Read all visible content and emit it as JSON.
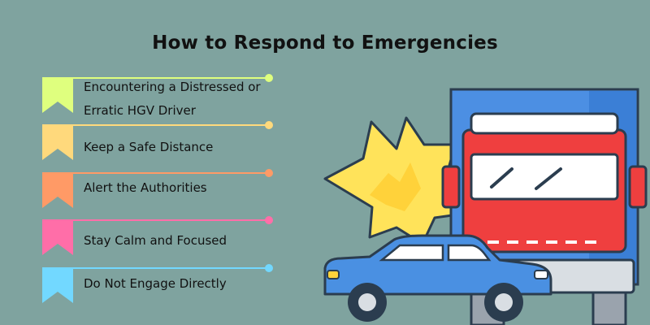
{
  "title": "How to Respond to Emergencies",
  "items": [
    {
      "label": "Encountering a Distressed or\nErratic HGV Driver",
      "color": "#dfff7e"
    },
    {
      "label": "Keep a Safe Distance",
      "color": "#ffd97c"
    },
    {
      "label": "Alert the Authorities",
      "color": "#ff9a66"
    },
    {
      "label": "Stay Calm and Focused",
      "color": "#ff6ea8"
    },
    {
      "label": "Do Not Engage Directly",
      "color": "#72d8ff"
    }
  ],
  "illustration": {
    "icons": [
      "collision-burst-icon",
      "truck-icon",
      "car-icon"
    ],
    "colors": {
      "burst": "#ffe35a",
      "truck_blue": "#4c8fe3",
      "truck_red": "#ef3f3f",
      "car_blue": "#4a90e2",
      "outline": "#2b3d4f"
    }
  }
}
